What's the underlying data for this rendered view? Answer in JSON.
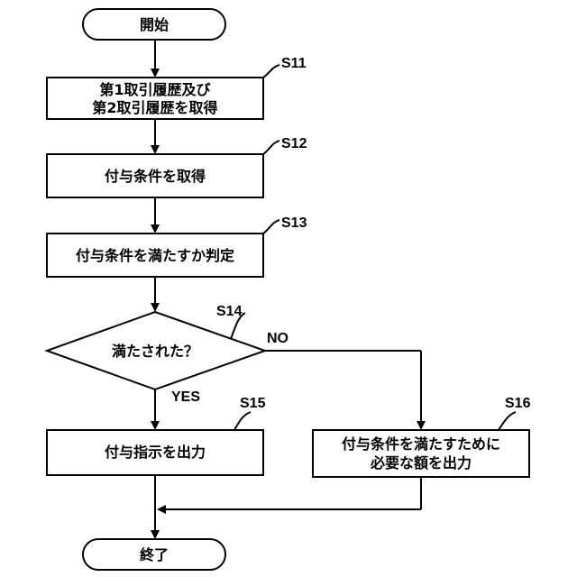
{
  "flowchart": {
    "start": "開始",
    "end": "終了",
    "s11": {
      "label": "S11",
      "line1": "第1取引履歴及び",
      "line2": "第2取引履歴を取得"
    },
    "s12": {
      "label": "S12",
      "text": "付与条件を取得"
    },
    "s13": {
      "label": "S13",
      "text": "付与条件を満たすか判定"
    },
    "s14": {
      "label": "S14",
      "text": "満たされた？",
      "yes": "YES",
      "no": "NO"
    },
    "s15": {
      "label": "S15",
      "text": "付与指示を出力"
    },
    "s16": {
      "label": "S16",
      "line1": "付与条件を満たすために",
      "line2": "必要な額を出力"
    }
  }
}
